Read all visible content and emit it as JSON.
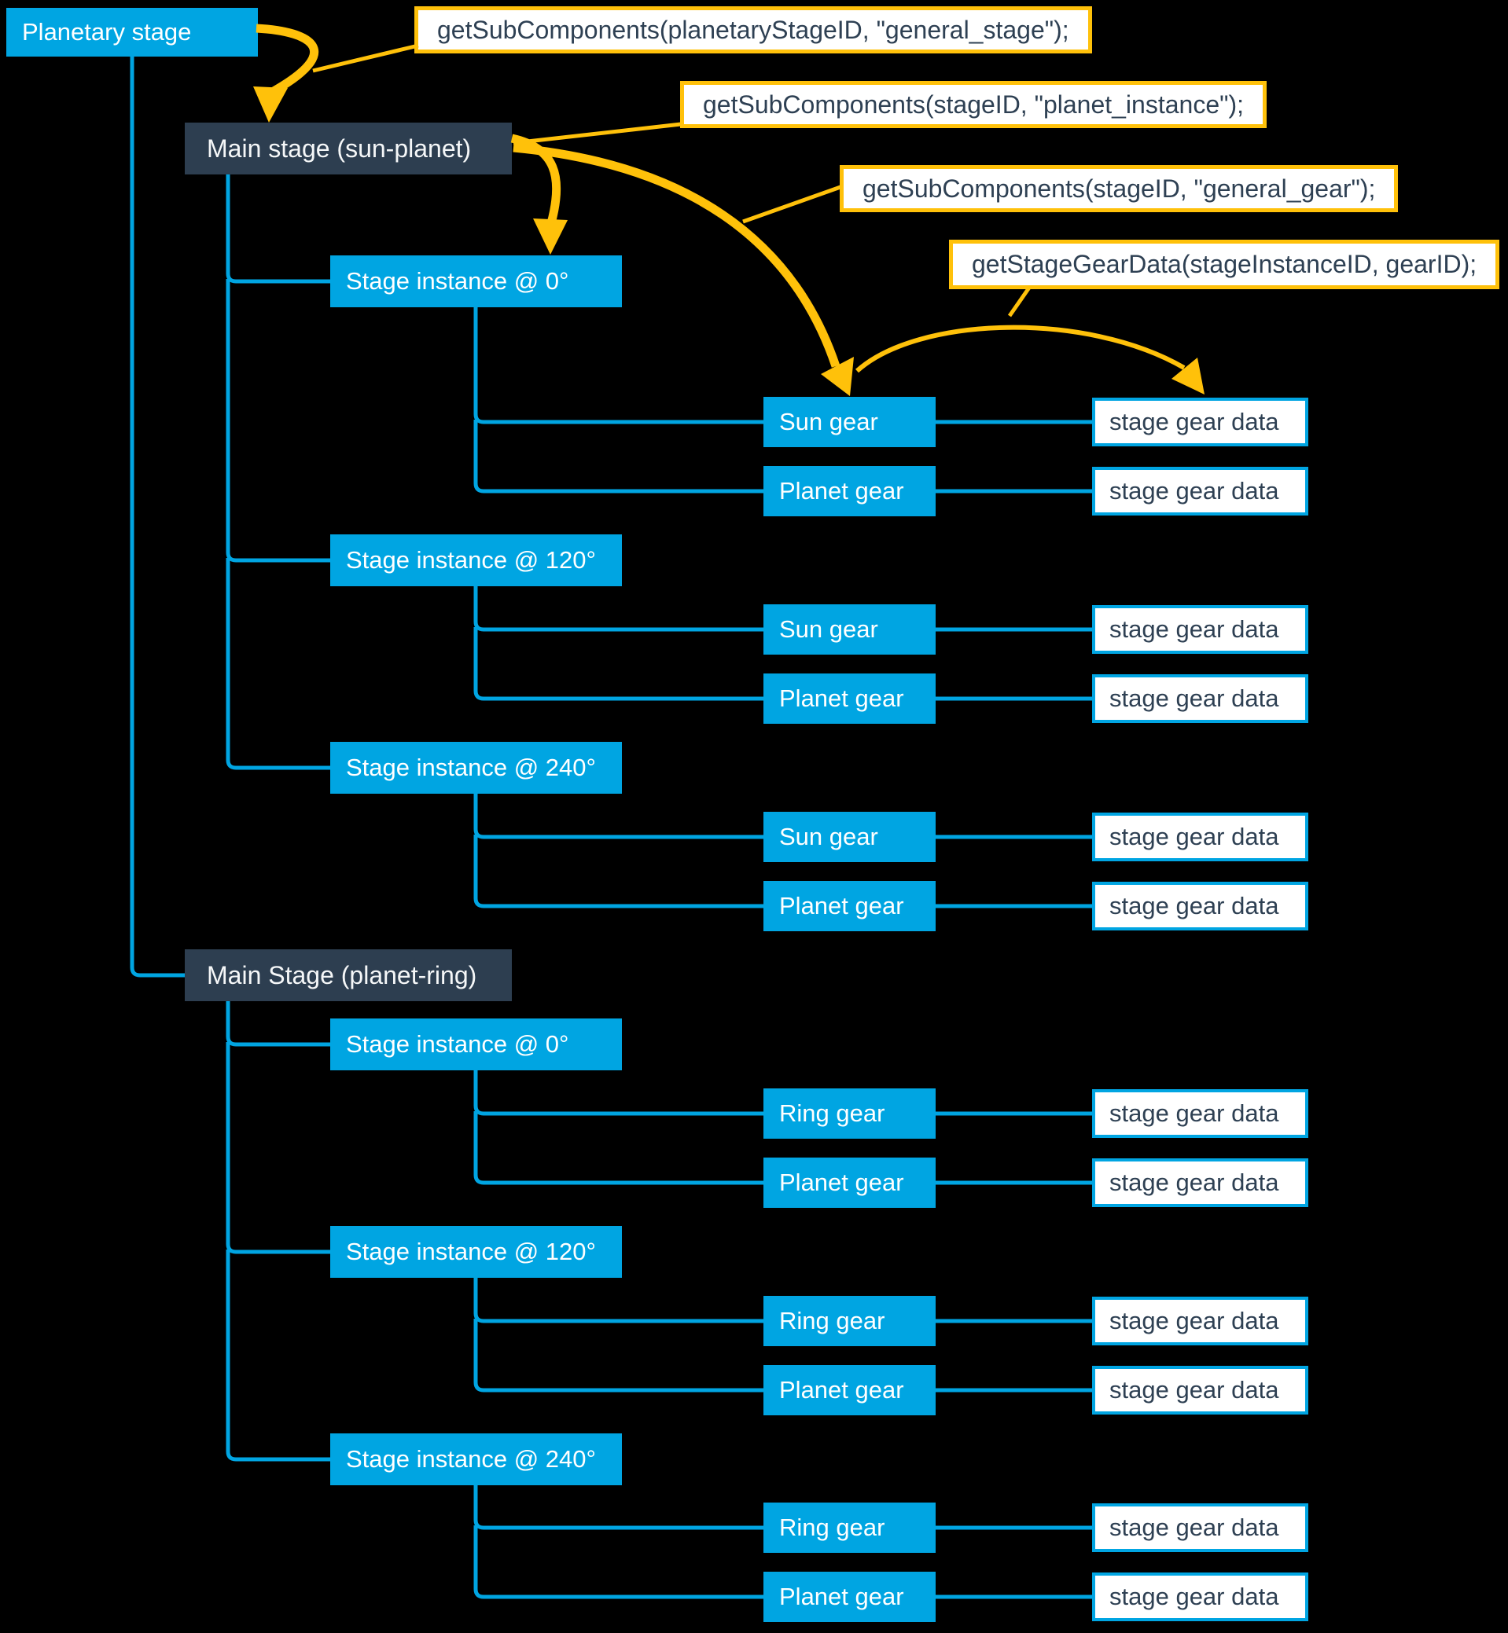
{
  "colors": {
    "background": "#000000",
    "accent_cyan": "#00A5E2",
    "dark_slate": "#2D3E50",
    "accent_yellow": "#FFC10A",
    "node_text": "#FFFFFF",
    "code_text": "#2E4053"
  },
  "diagram": {
    "root": {
      "label": "Planetary stage"
    },
    "api_calls": [
      {
        "label": "getSubComponents(planetaryStageID, \"general_stage\");"
      },
      {
        "label": "getSubComponents(stageID, \"planet_instance\");"
      },
      {
        "label": "getSubComponents(stageID, \"general_gear\");"
      },
      {
        "label": "getStageGearData(stageInstanceID, gearID);"
      }
    ],
    "main_stages": [
      {
        "label": "Main stage (sun-planet)",
        "instances": [
          {
            "label": "Stage instance @ 0°",
            "gears": [
              {
                "label": "Sun gear",
                "data_label": "stage gear data"
              },
              {
                "label": "Planet gear",
                "data_label": "stage gear data"
              }
            ]
          },
          {
            "label": "Stage instance @ 120°",
            "gears": [
              {
                "label": "Sun gear",
                "data_label": "stage gear data"
              },
              {
                "label": "Planet gear",
                "data_label": "stage gear data"
              }
            ]
          },
          {
            "label": "Stage instance @ 240°",
            "gears": [
              {
                "label": "Sun gear",
                "data_label": "stage gear data"
              },
              {
                "label": "Planet gear",
                "data_label": "stage gear data"
              }
            ]
          }
        ]
      },
      {
        "label": "Main Stage (planet-ring)",
        "instances": [
          {
            "label": "Stage instance @ 0°",
            "gears": [
              {
                "label": "Ring gear",
                "data_label": "stage gear data"
              },
              {
                "label": "Planet gear",
                "data_label": "stage gear data"
              }
            ]
          },
          {
            "label": "Stage instance @ 120°",
            "gears": [
              {
                "label": "Ring gear",
                "data_label": "stage gear data"
              },
              {
                "label": "Planet gear",
                "data_label": "stage gear data"
              }
            ]
          },
          {
            "label": "Stage instance @ 240°",
            "gears": [
              {
                "label": "Ring gear",
                "data_label": "stage gear data"
              },
              {
                "label": "Planet gear",
                "data_label": "stage gear data"
              }
            ]
          }
        ]
      }
    ]
  }
}
